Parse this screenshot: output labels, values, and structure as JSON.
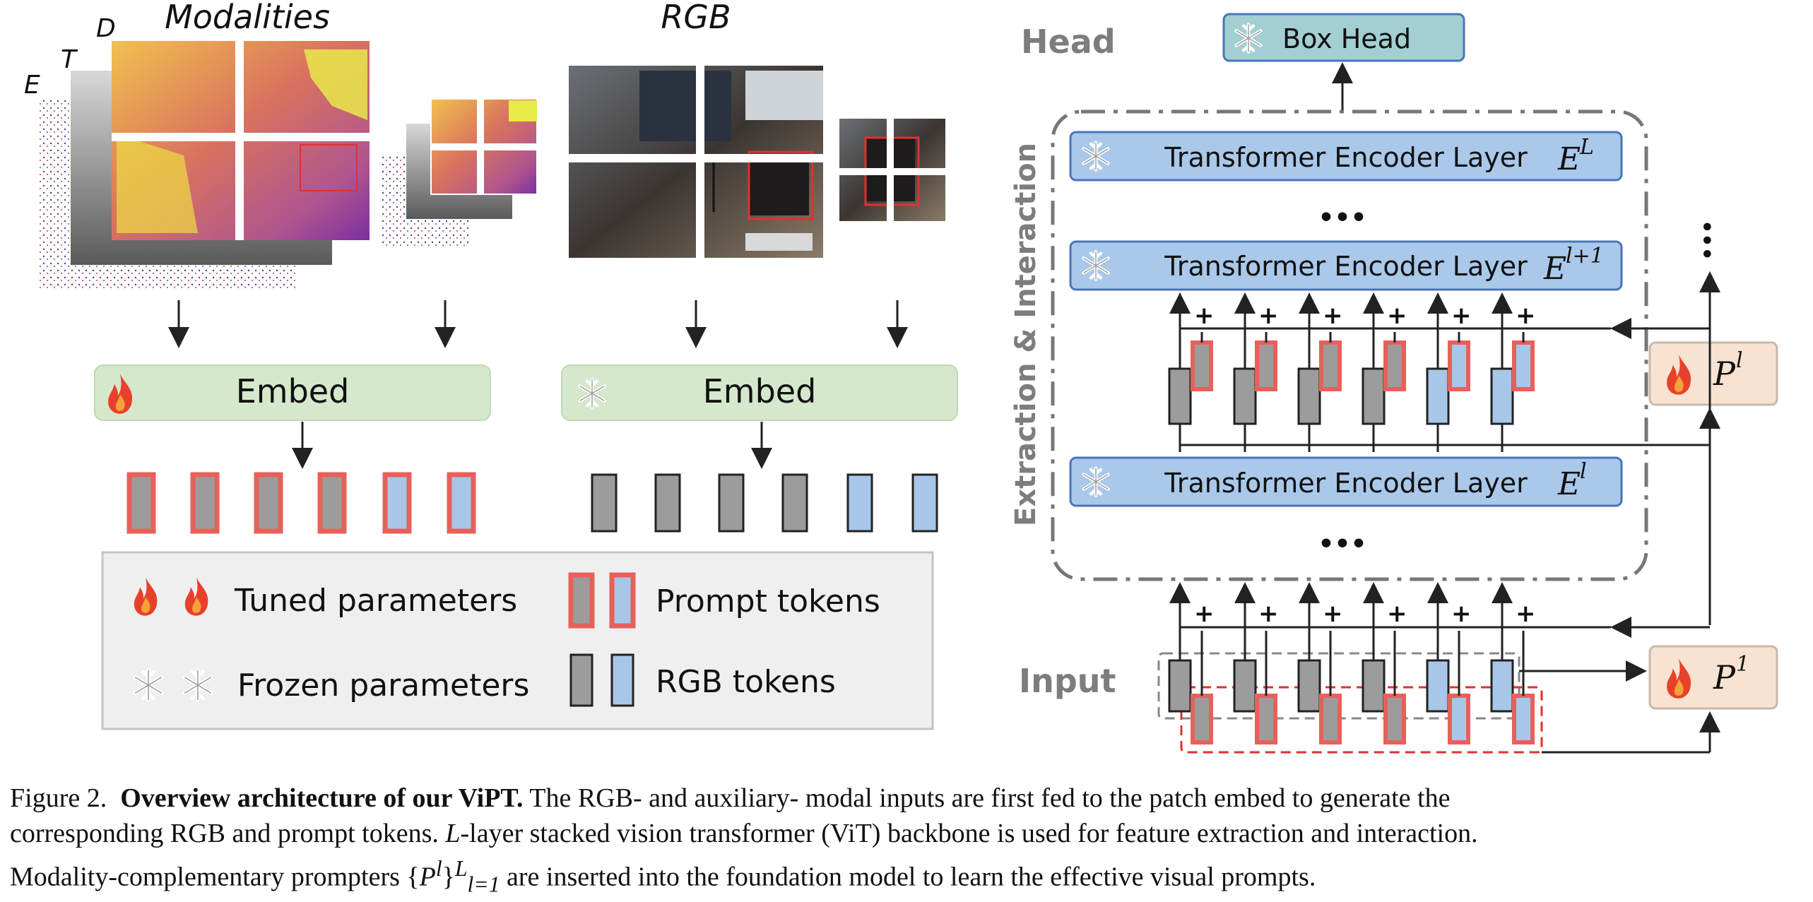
{
  "figure": {
    "left": {
      "modalities_title": "Modalities",
      "rgb_title": "RGB",
      "layer_letters": [
        "E",
        "T",
        "D"
      ],
      "embed_left_label": "Embed",
      "embed_right_label": "Embed"
    },
    "legend": {
      "tuned": "Tuned parameters",
      "frozen": "Frozen parameters",
      "prompt_tokens": "Prompt tokens",
      "rgb_tokens": "RGB tokens"
    },
    "right": {
      "head_label": "Head",
      "input_label": "Input",
      "box_head": "Box Head",
      "extraction_label": "Extraction & Interaction",
      "encoder_label": "Transformer Encoder Layer",
      "ellipsis": "•••",
      "plus": "+",
      "enc_top_sym": "E",
      "enc_top_sup": "L",
      "enc_mid_sym": "E",
      "enc_mid_sup": "l+1",
      "enc_bot_sym": "E",
      "enc_bot_sup": "l",
      "prompter_top_sym": "P",
      "prompter_top_sup": "l",
      "prompter_bot_sym": "P",
      "prompter_bot_sup": "1"
    },
    "colors": {
      "embed_fill": "#d5e8cc",
      "encoder_fill": "#a9c8ea",
      "box_head_fill": "#a3cfd3",
      "prompter_fill": "#f8e3d3",
      "prompt_border": "#e8605a",
      "gray_token": "#9c9c9c",
      "blue_token": "#a8c6e8",
      "legend_bg": "#efefef"
    }
  },
  "caption": {
    "prefix": "Figure 2.",
    "bold_title": "Overview architecture of our ViPT.",
    "line1_rest": "The RGB- and auxiliary- modal inputs are first fed to the patch embed to generate the",
    "line2": "corresponding RGB and prompt tokens.",
    "line2_L": "L",
    "line2_rest": "-layer stacked vision transformer (ViT) backbone is used for feature extraction and interaction.",
    "line3_a": "Modality-complementary prompters {",
    "line3_P": "P",
    "line3_sup_l": "l",
    "line3_close": "}",
    "line3_supL": "L",
    "line3_sub": "l=1",
    "line3_rest": " are inserted into the foundation model to learn the effective visual prompts."
  }
}
